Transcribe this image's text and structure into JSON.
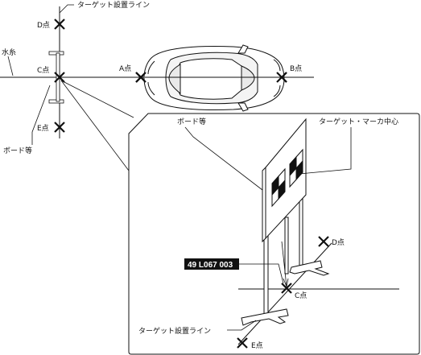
{
  "labels": {
    "target_line_top": "ターゲット設置ライン",
    "d_point": "D点",
    "water_line": "水糸",
    "c_point": "C点",
    "a_point": "A点",
    "b_point": "B点",
    "e_point": "E点",
    "board_left": "ボード等",
    "board_detail": "ボード等",
    "target_mark_center": "ターゲット・マーカ中心",
    "code": "49 L067 003",
    "d_point_detail": "D点",
    "c_point_detail": "C点",
    "target_line_detail": "ターゲット設置ライン",
    "e_point_detail": "E点"
  },
  "colors": {
    "line": "#111111",
    "background": "#ffffff",
    "code_box": "#111111",
    "code_text": "#ffffff"
  }
}
